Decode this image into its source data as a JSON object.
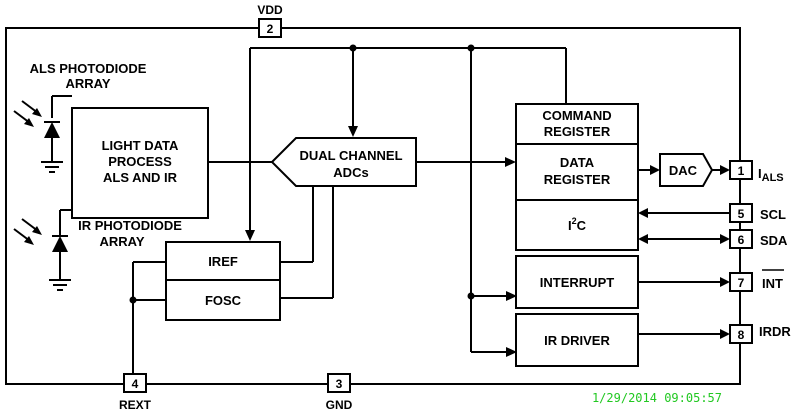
{
  "pins": {
    "vdd": {
      "num": "2",
      "label": "VDD"
    },
    "rext": {
      "num": "4",
      "label": "REXT"
    },
    "gnd": {
      "num": "3",
      "label": "GND"
    },
    "ials": {
      "num": "1",
      "label_main": "I",
      "label_sub": "ALS"
    },
    "scl": {
      "num": "5",
      "label": "SCL"
    },
    "sda": {
      "num": "6",
      "label": "SDA"
    },
    "int": {
      "num": "7",
      "label": "INT"
    },
    "irdr": {
      "num": "8",
      "label": "IRDR"
    }
  },
  "photodiodes": {
    "als": {
      "line1": "ALS PHOTODIODE",
      "line2": "ARRAY"
    },
    "ir": {
      "line1": "IR PHOTODIODE",
      "line2": "ARRAY"
    }
  },
  "blocks": {
    "light_data": {
      "line1": "LIGHT DATA",
      "line2": "PROCESS",
      "line3": "ALS AND IR"
    },
    "adc": {
      "line1": "DUAL CHANNEL",
      "line2": "ADCs"
    },
    "iref": "IREF",
    "fosc": "FOSC",
    "command_register": {
      "line1": "COMMAND",
      "line2": "REGISTER"
    },
    "data_register": {
      "line1": "DATA",
      "line2": "REGISTER"
    },
    "i2c": {
      "main": "I",
      "sup": "2",
      "rest": "C"
    },
    "interrupt": "INTERRUPT",
    "ir_driver": "IR DRIVER",
    "dac": "DAC"
  },
  "timestamp": "1/29/2014 09:05:57"
}
